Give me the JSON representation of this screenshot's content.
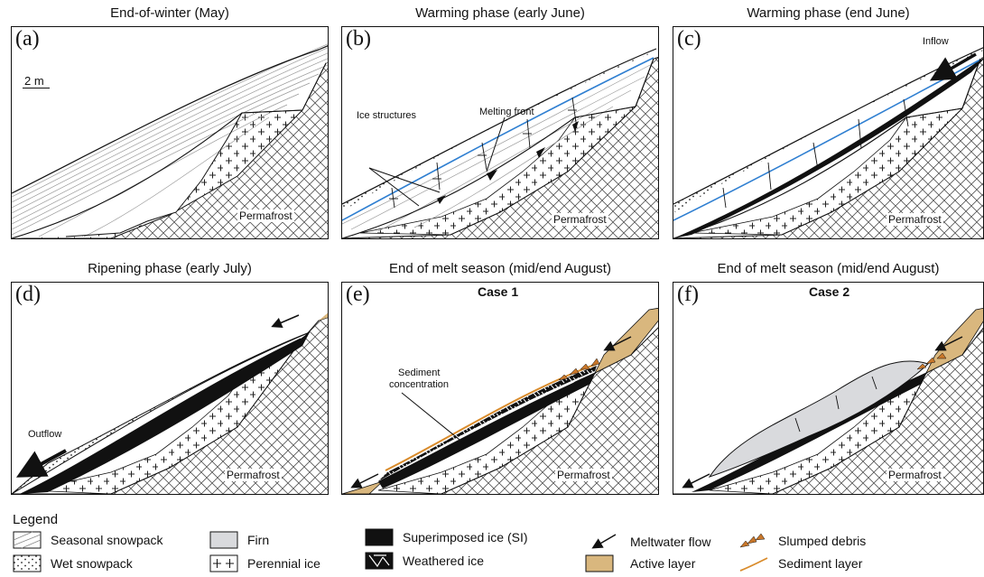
{
  "panels": [
    {
      "id": "a",
      "letter": "(a)",
      "title": "End-of-winter (May)"
    },
    {
      "id": "b",
      "letter": "(b)",
      "title": "Warming phase (early June)"
    },
    {
      "id": "c",
      "letter": "(c)",
      "title": "Warming phase (end June)"
    },
    {
      "id": "d",
      "letter": "(d)",
      "title": "Ripening phase (early July)"
    },
    {
      "id": "e",
      "letter": "(e)",
      "title": "End of melt season (mid/end August)",
      "case": "Case 1"
    },
    {
      "id": "f",
      "letter": "(f)",
      "title": "End of melt season (mid/end August)",
      "case": "Case 2"
    }
  ],
  "annotations": {
    "permafrost": "Permafrost",
    "scale": "2 m",
    "ice_structures": "Ice structures",
    "melting_front": "Melting front",
    "inflow": "Inflow",
    "outflow": "Outflow",
    "sediment_concentration_1": "Sediment",
    "sediment_concentration_2": "concentration"
  },
  "legend": {
    "title": "Legend",
    "items": [
      {
        "label": "Seasonal snowpack"
      },
      {
        "label": "Wet snowpack"
      },
      {
        "label": "Firn"
      },
      {
        "label": "Perennial ice"
      },
      {
        "label": "Superimposed ice (SI)"
      },
      {
        "label": "Weathered ice"
      },
      {
        "label": "Meltwater flow"
      },
      {
        "label": "Active layer"
      },
      {
        "label": "Slumped debris"
      },
      {
        "label": "Sediment layer"
      }
    ]
  },
  "colors": {
    "melt_front": "#2f7fd1",
    "active_layer": "#d9b77e",
    "debris": "#c9772a",
    "sediment": "#d98b2b",
    "firn": "#d9dadd",
    "ice": "#111111"
  }
}
